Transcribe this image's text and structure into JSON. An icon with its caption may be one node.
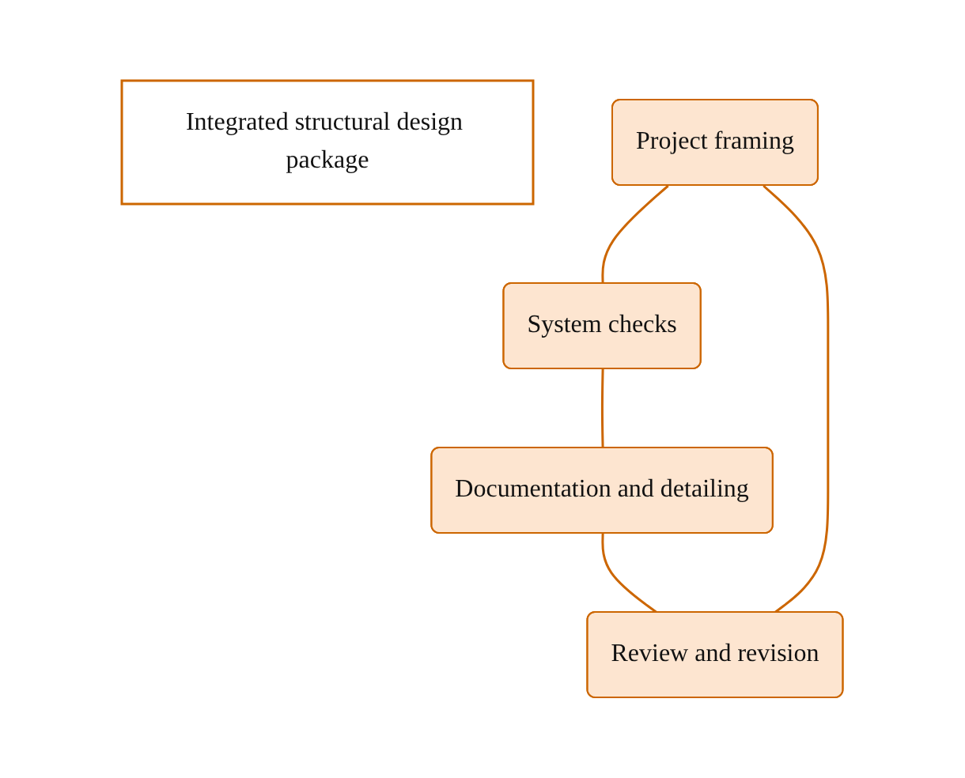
{
  "diagram": {
    "nodes": [
      {
        "text": [
          "Integrated structural design package"
        ]
      },
      {
        "text": [
          "Project framing"
        ]
      },
      {
        "text": [
          "System checks"
        ]
      },
      {
        "text": [
          "Documentation and detailing"
        ]
      },
      {
        "text": [
          "Review and revision"
        ]
      }
    ],
    "edges": [
      {
        "from": 1,
        "to": 2,
        "arrow": "none"
      },
      {
        "from": 2,
        "to": 3,
        "arrow": "none"
      },
      {
        "from": 3,
        "to": 4,
        "arrow": "none"
      },
      {
        "from": 4,
        "to": 1,
        "arrow": "none"
      }
    ]
  }
}
